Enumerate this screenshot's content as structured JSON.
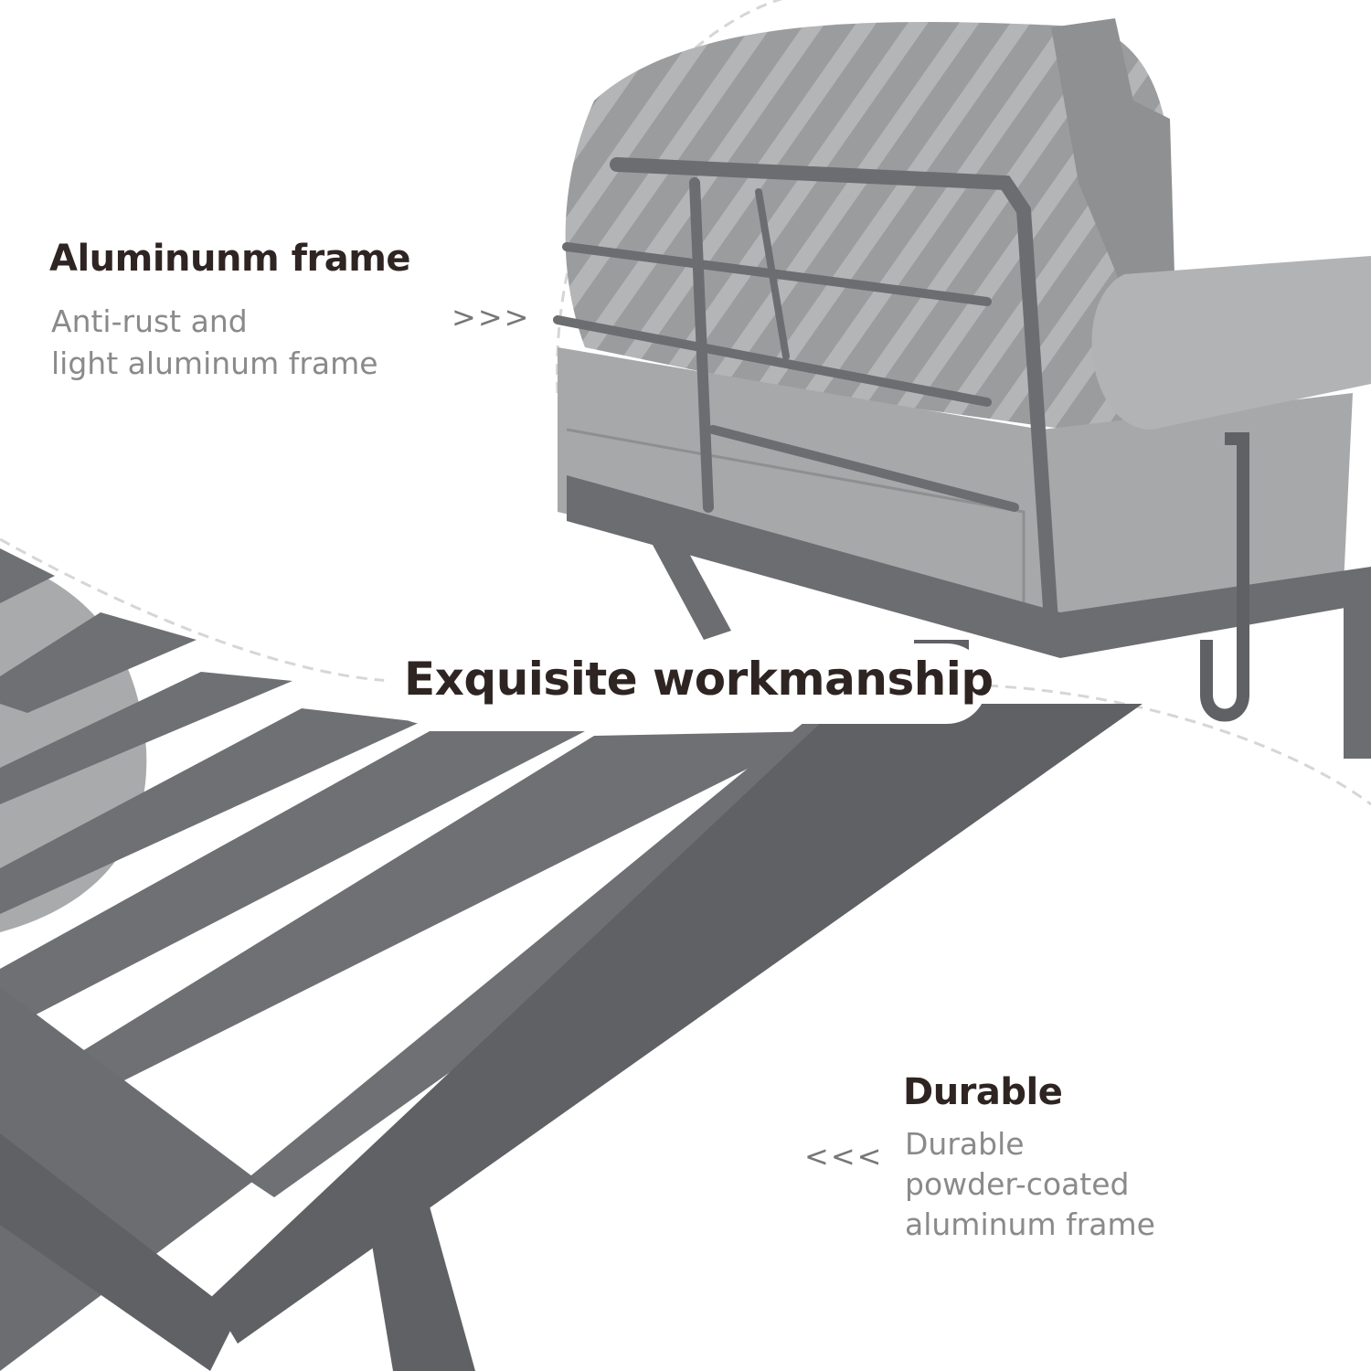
{
  "features": [
    {
      "heading": "Aluminunm frame",
      "lines": [
        "Anti-rust and",
        "light aluminum frame"
      ],
      "arrow": ">>>"
    },
    {
      "heading": "Exquisite workmanship"
    },
    {
      "heading": "Durable",
      "lines": [
        "Durable",
        "powder-coated",
        "aluminum frame"
      ],
      "arrow": "<<<"
    }
  ],
  "colors": {
    "frame": "#6b6d70",
    "cushion": "#a7a8aa",
    "heading": "#2e2523",
    "description": "#8a8a8a"
  }
}
